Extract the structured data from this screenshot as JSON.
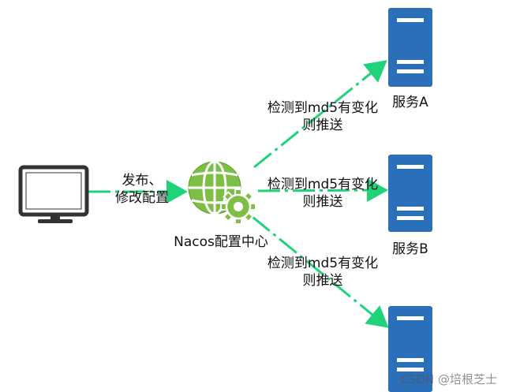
{
  "diagram": {
    "colors": {
      "arrow": "#1fd37a",
      "server": "#2a6fb8",
      "server_slot": "#ffffff",
      "globe": "#7dbf45",
      "monitor_stroke": "#333333"
    },
    "nodes": {
      "client": {
        "icon": "monitor-icon"
      },
      "nacos": {
        "icon": "globe-gear-icon",
        "label": "Nacos配置中心"
      },
      "server_a": {
        "icon": "server-icon",
        "label": "服务A"
      },
      "server_b": {
        "icon": "server-icon",
        "label": "服务B"
      },
      "server_c": {
        "icon": "server-icon",
        "label": ""
      }
    },
    "edges": {
      "publish": {
        "line1": "发布、",
        "line2": "修改配置"
      },
      "push_a": {
        "line1": "检测到md5有变化",
        "line2": "则推送"
      },
      "push_b": {
        "line1": "检测到md5有变化",
        "line2": "则推送"
      },
      "push_c": {
        "line1": "检测到md5有变化",
        "line2": "则推送"
      }
    }
  },
  "watermark": "CSDN @培根芝士"
}
